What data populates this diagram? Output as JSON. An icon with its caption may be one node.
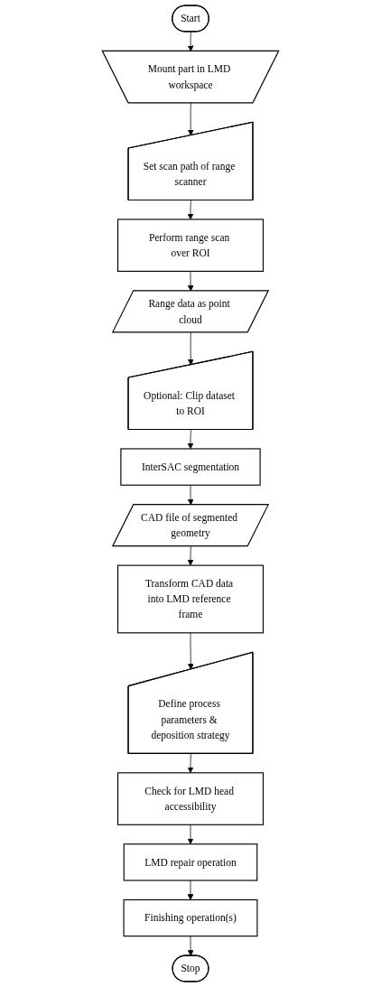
{
  "diagram": {
    "nodes": [
      {
        "text": [
          "Start"
        ]
      },
      {
        "text": [
          "Mount part in LMD workspace"
        ]
      },
      {
        "text": [
          "Set scan path of range scanner"
        ]
      },
      {
        "text": [
          "Perform range scan over ROI"
        ]
      },
      {
        "text": [
          "Range data as point cloud"
        ]
      },
      {
        "text": [
          "Optional: Clip dataset to ROI"
        ]
      },
      {
        "text": [
          "InterSAC segmentation"
        ]
      },
      {
        "text": [
          "CAD file of segmented geometry"
        ]
      },
      {
        "text": [
          "Transform CAD data into LMD reference frame"
        ]
      },
      {
        "text": [
          "Define process parameters & deposition strategy"
        ]
      },
      {
        "text": [
          "Check for LMD head accessibility"
        ]
      },
      {
        "text": [
          "LMD repair operation"
        ]
      },
      {
        "text": [
          "Finishing operation(s)"
        ]
      },
      {
        "text": [
          "Stop"
        ]
      }
    ],
    "edges": [
      {
        "from": 0,
        "to": 1,
        "arrow": "to"
      },
      {
        "from": 1,
        "to": 2,
        "arrow": "to"
      },
      {
        "from": 2,
        "to": 3,
        "arrow": "to"
      },
      {
        "from": 3,
        "to": 4,
        "arrow": "to"
      },
      {
        "from": 4,
        "to": 5,
        "arrow": "to"
      },
      {
        "from": 5,
        "to": 6,
        "arrow": "to"
      },
      {
        "from": 6,
        "to": 7,
        "arrow": "to"
      },
      {
        "from": 7,
        "to": 8,
        "arrow": "to"
      },
      {
        "from": 8,
        "to": 9,
        "arrow": "to"
      },
      {
        "from": 9,
        "to": 10,
        "arrow": "to"
      },
      {
        "from": 10,
        "to": 11,
        "arrow": "to"
      },
      {
        "from": 11,
        "to": 12,
        "arrow": "to"
      },
      {
        "from": 12,
        "to": 13,
        "arrow": "to"
      }
    ]
  }
}
